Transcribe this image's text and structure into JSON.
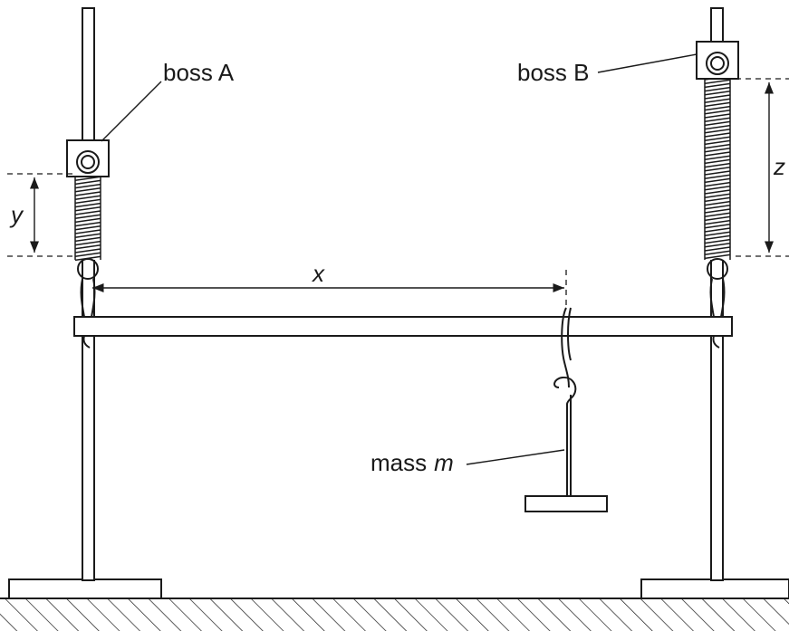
{
  "labels": {
    "boss_a": "boss A",
    "boss_b": "boss B",
    "dim_x": "x",
    "dim_y": "y",
    "dim_z": "z",
    "mass_word": "mass",
    "mass_symbol": "m"
  },
  "colors": {
    "ink": "#1a1a1a",
    "background": "#ffffff"
  }
}
